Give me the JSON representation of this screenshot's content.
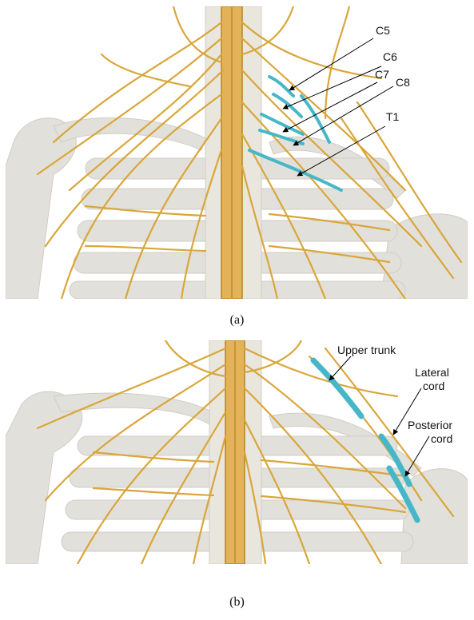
{
  "figure": {
    "panel_a": {
      "caption": "(a)",
      "labels": [
        "C5",
        "C6",
        "C7",
        "C8",
        "T1"
      ]
    },
    "panel_b": {
      "caption": "(b)",
      "labels": {
        "upper_trunk": "Upper trunk",
        "lateral_cord_1": "Lateral",
        "lateral_cord_2": "cord",
        "posterior_cord_1": "Posterior",
        "posterior_cord_2": "cord"
      }
    }
  },
  "colors": {
    "nerve": "#d9a63a",
    "nerve_dark": "#b98320",
    "highlight": "#46b7c8",
    "bone": "#dcd9d2"
  }
}
